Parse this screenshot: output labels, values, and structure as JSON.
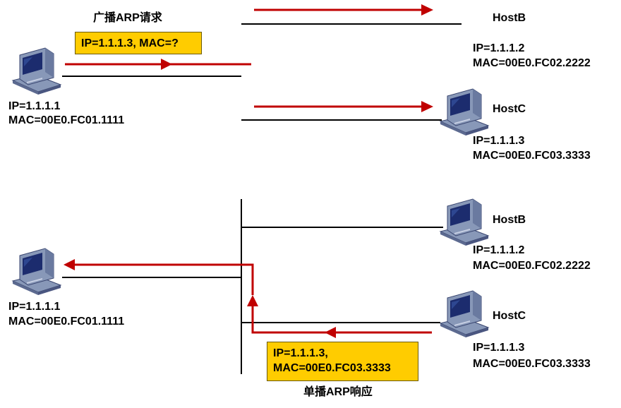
{
  "colors": {
    "arrow": "#c00000",
    "line": "#000000",
    "callout_fill": "#ffcc00",
    "pc_body": "#8898b8",
    "pc_screen": "#1c2c6e"
  },
  "broadcast": {
    "title": "广播ARP请求",
    "request": "IP=1.1.1.3, MAC=?",
    "hostA": {
      "ip": "IP=1.1.1.1",
      "mac": "MAC=00E0.FC01.1111"
    },
    "hostB": {
      "name": "HostB",
      "ip": "IP=1.1.1.2",
      "mac": "MAC=00E0.FC02.2222"
    },
    "hostC": {
      "name": "HostC",
      "ip": "IP=1.1.1.3",
      "mac": "MAC=00E0.FC03.3333"
    }
  },
  "unicast": {
    "title": "单播ARP响应",
    "reply_line1": "IP=1.1.1.3,",
    "reply_line2": "MAC=00E0.FC03.3333",
    "hostA": {
      "ip": "IP=1.1.1.1",
      "mac": "MAC=00E0.FC01.1111"
    },
    "hostB": {
      "name": "HostB",
      "ip": "IP=1.1.1.2",
      "mac": "MAC=00E0.FC02.2222"
    },
    "hostC": {
      "name": "HostC",
      "ip": "IP=1.1.1.3",
      "mac": "MAC=00E0.FC03.3333"
    }
  }
}
